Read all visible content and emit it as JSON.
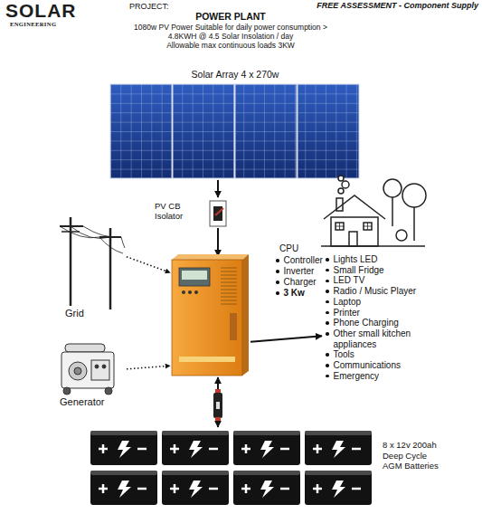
{
  "diagram": {
    "title": "POWER PLANT",
    "nodes": [
      {
        "text": [
          "Solar Array 4 x 270w"
        ]
      },
      {
        "text": [
          "PV CB Isolator"
        ]
      },
      {
        "text": [
          "CPU",
          "Controller",
          "Inverter",
          "Charger",
          "3 Kw"
        ]
      },
      {
        "text": [
          "Grid"
        ]
      },
      {
        "text": [
          "Generator"
        ]
      },
      {
        "text": [
          "Lights LED",
          "Small Fridge",
          "LED TV",
          "Radio / Music Player",
          "Laptop",
          "Printer",
          "Phone Charging",
          "Other small kitchen appliances",
          "Tools",
          "Communications",
          "Emergency"
        ]
      },
      {
        "text": [
          "8 x 12v 200ah Deep Cycle AGM Batteries"
        ]
      }
    ],
    "edges": [
      {
        "from": 0,
        "to": 1,
        "arrow": "to"
      },
      {
        "from": 1,
        "to": 2,
        "arrow": "to"
      },
      {
        "from": 3,
        "to": 2,
        "arrow": "to"
      },
      {
        "from": 4,
        "to": 2,
        "arrow": "to"
      },
      {
        "from": 2,
        "to": 5,
        "arrow": "to"
      },
      {
        "from": 2,
        "to": 6,
        "arrow": "both"
      }
    ],
    "labels": [
      "SOLAR",
      "ENGINEERING",
      "PROJECT:",
      "1080w PV Power Suitable for daily power consumption > 4.8KWH @ 4.5 Solar Insolation / day",
      "Allowable max continuous loads 3KW",
      "FREE ASSESSMENT - Component Supply"
    ]
  }
}
